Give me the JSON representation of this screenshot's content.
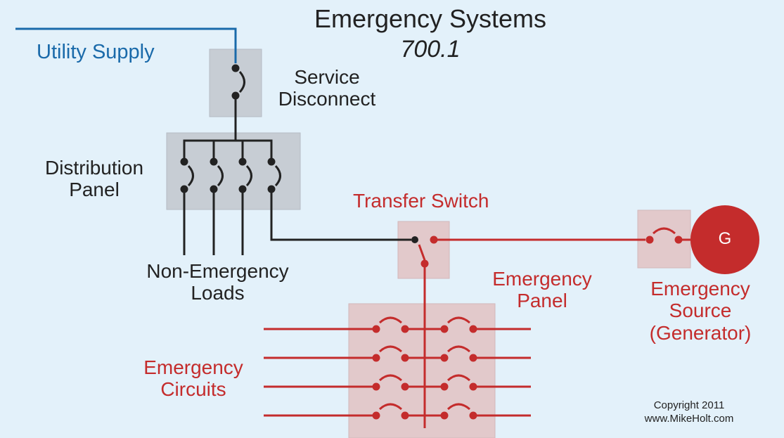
{
  "title": "Emergency Systems",
  "subtitle": "700.1",
  "labels": {
    "utility_supply": "Utility Supply",
    "service_disconnect": [
      "Service",
      "Disconnect"
    ],
    "distribution_panel": [
      "Distribution",
      "Panel"
    ],
    "non_emergency_loads": [
      "Non-Emergency",
      "Loads"
    ],
    "transfer_switch": "Transfer Switch",
    "emergency_panel": [
      "Emergency",
      "Panel"
    ],
    "emergency_source": [
      "Emergency",
      "Source",
      "(Generator)"
    ],
    "emergency_circuits": [
      "Emergency",
      "Circuits"
    ],
    "generator_symbol": "G"
  },
  "copyright": [
    "Copyright 2011",
    "www.MikeHolt.com"
  ],
  "colors": {
    "background": "#e3f1fa",
    "utility_wire": "#1a6aaa",
    "normal_wire": "#222222",
    "emergency_wire": "#c42c2c",
    "box_fill": "#c7cdd4",
    "emergency_box_fill": "#e2c9cb"
  }
}
